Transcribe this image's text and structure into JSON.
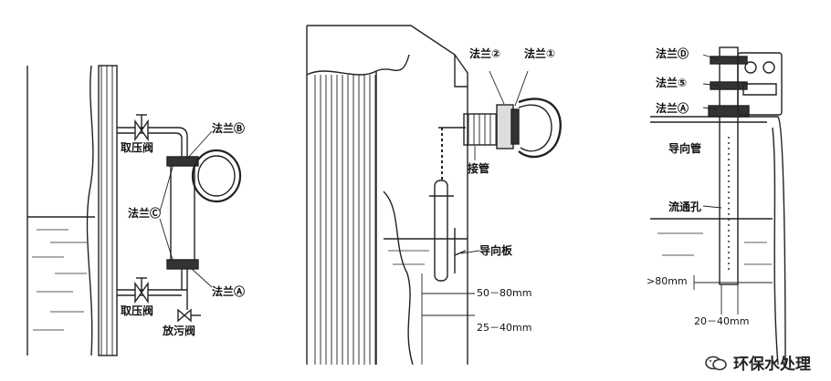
{
  "left": {
    "flange_b": "法兰Ⓑ",
    "take_valve_top": "取压阀",
    "flange_c": "法兰Ⓒ",
    "take_valve_bottom": "取压阀",
    "drain_valve": "放污阀",
    "flange_a": "法兰Ⓐ"
  },
  "middle": {
    "flange_2": "法兰②",
    "flange_1": "法兰①",
    "connector": "接管",
    "guide_plate": "导向板",
    "dim_1": "50－80mm",
    "dim_2": "25－40mm"
  },
  "right": {
    "flange_d": "法兰Ⓓ",
    "flange_5": "法兰⑤",
    "flange_a": "法兰Ⓐ",
    "guide_tube": "导向管",
    "flow_hole": "流通孔",
    "dim_1": ">80mm",
    "dim_2": "20－40mm"
  },
  "watermark": "环保水处理"
}
